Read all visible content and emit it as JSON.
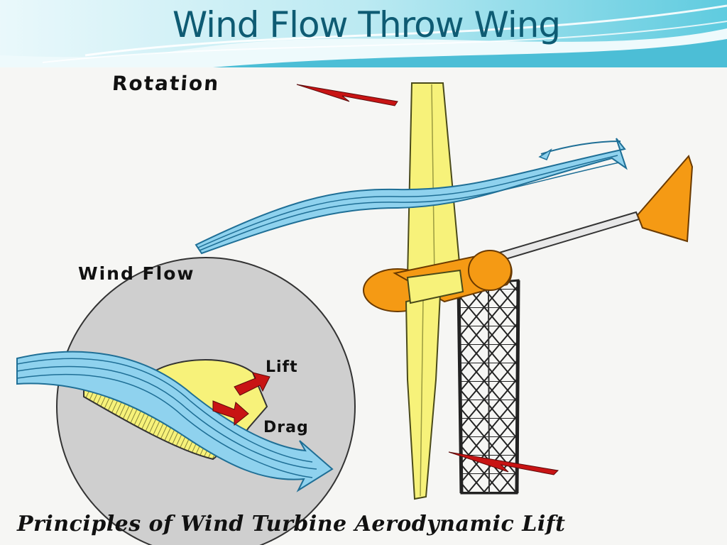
{
  "slide": {
    "title": "Wind Flow Throw Wing"
  },
  "diagram": {
    "labels": {
      "rotation": "Rotation",
      "wind_flow": "Wind Flow",
      "lift": "Lift",
      "drag": "Drag"
    },
    "caption": "Principles of Wind Turbine Aerodynamic Lift"
  },
  "colors": {
    "title_text": "#0e5b73",
    "header_wave": "#4fc6dc",
    "blade_yellow": "#f7f27a",
    "nacelle_orange": "#f59a14",
    "wind_flow_blue": "#8fd2ee",
    "arrow_red": "#c81414",
    "circle_gray": "#cfcfcf"
  }
}
